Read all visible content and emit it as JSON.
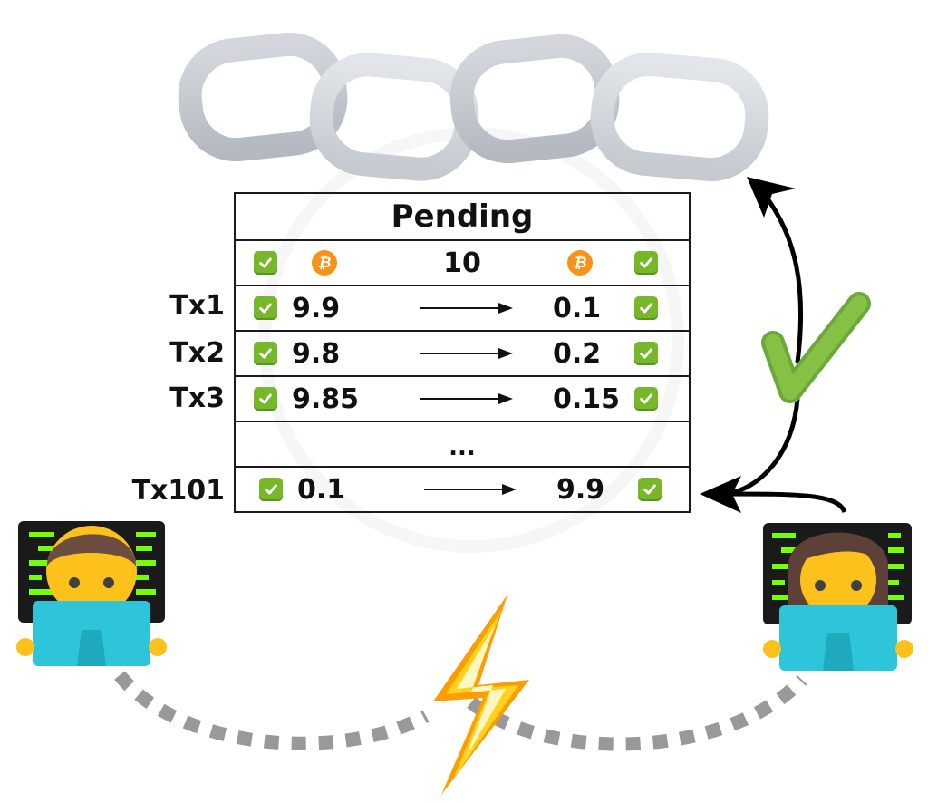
{
  "diagram": {
    "type": "blockchain-payment-channel",
    "blockchain_icon": "chain-links-icon",
    "table": {
      "title": "Pending",
      "header": {
        "left_icons": [
          "check-icon",
          "bitcoin-icon"
        ],
        "amount": "10",
        "right_icons": [
          "bitcoin-icon",
          "check-icon"
        ]
      },
      "rows": [
        {
          "label": "Tx1",
          "left": "9.9",
          "right": "0.1"
        },
        {
          "label": "Tx2",
          "left": "9.8",
          "right": "0.2"
        },
        {
          "label": "Tx3",
          "left": "9.85",
          "right": "0.15"
        },
        {
          "label": "",
          "ellipsis": "..."
        },
        {
          "label": "Tx101",
          "left": "0.1",
          "right": "9.9"
        }
      ]
    },
    "participants": [
      {
        "name": "left-technologist",
        "icon": "man-technologist-icon"
      },
      {
        "name": "right-technologist",
        "icon": "woman-technologist-icon"
      }
    ],
    "connection_icon": "lightning-icon",
    "approval_icon": "heavy-check-icon",
    "colors": {
      "check_green": "#76b82a",
      "bitcoin_orange": "#f7931a",
      "chain_gray": "#c7ccd3",
      "dash_gray": "#999999",
      "lightning_yellow": "#ffc400"
    }
  }
}
